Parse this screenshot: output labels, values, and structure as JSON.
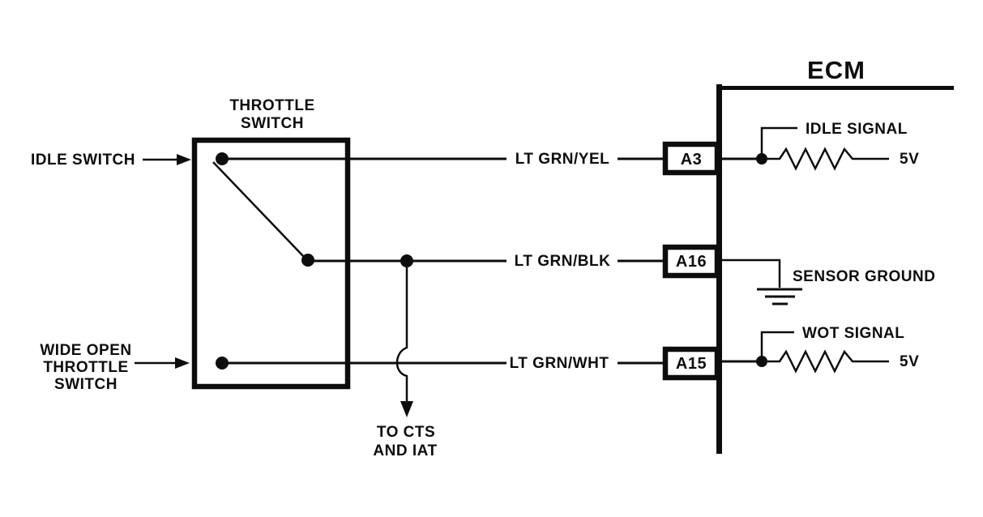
{
  "colors": {
    "ink": "#0d0d0d",
    "background": "#ffffff"
  },
  "ecm": {
    "title": "ECM"
  },
  "throttle_switch": {
    "title_line1": "THROTTLE",
    "title_line2": "SWITCH"
  },
  "labels": {
    "idle_switch": "IDLE SWITCH",
    "wide_open_line1": "WIDE OPEN",
    "wide_open_line2": "THROTTLE",
    "wide_open_line3": "SWITCH",
    "branch_line1": "TO CTS",
    "branch_line2": "AND IAT"
  },
  "rows": [
    {
      "wire": "LT GRN/YEL",
      "pin": "A3",
      "signal": "IDLE SIGNAL",
      "supply": "5V"
    },
    {
      "wire": "LT GRN/BLK",
      "pin": "A16",
      "signal": "SENSOR GROUND"
    },
    {
      "wire": "LT GRN/WHT",
      "pin": "A15",
      "signal": "WOT SIGNAL",
      "supply": "5V"
    }
  ]
}
